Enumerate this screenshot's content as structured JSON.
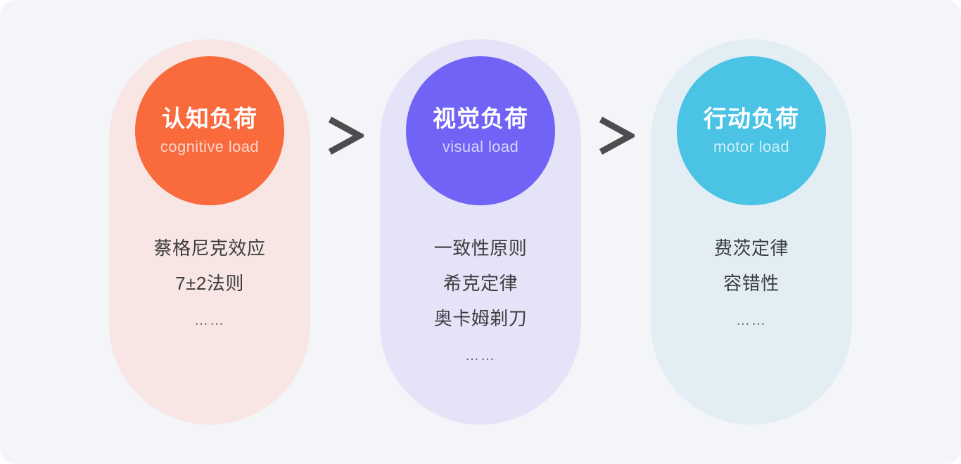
{
  "diagram": {
    "background_color": "#f4f5f9",
    "separator_symbol": ">",
    "separator_color": "#4d4d4d",
    "columns": [
      {
        "id": "cognitive",
        "card_color": "#f7e6e3",
        "circle_color": "#f96a3d",
        "title": "认知负荷",
        "subtitle": "cognitive load",
        "items": [
          "蔡格尼克效应",
          "7±2法则"
        ],
        "ellipsis": "……"
      },
      {
        "id": "visual",
        "card_color": "#e5e3f7",
        "circle_color": "#7063f5",
        "title": "视觉负荷",
        "subtitle": "visual load",
        "items": [
          "一致性原则",
          "希克定律",
          "奥卡姆剃刀"
        ],
        "ellipsis": "……"
      },
      {
        "id": "motor",
        "card_color": "#e2eef4",
        "circle_color": "#4bc3e4",
        "title": "行动负荷",
        "subtitle": "motor load",
        "items": [
          "费茨定律",
          "容错性"
        ],
        "ellipsis": "……"
      }
    ]
  }
}
